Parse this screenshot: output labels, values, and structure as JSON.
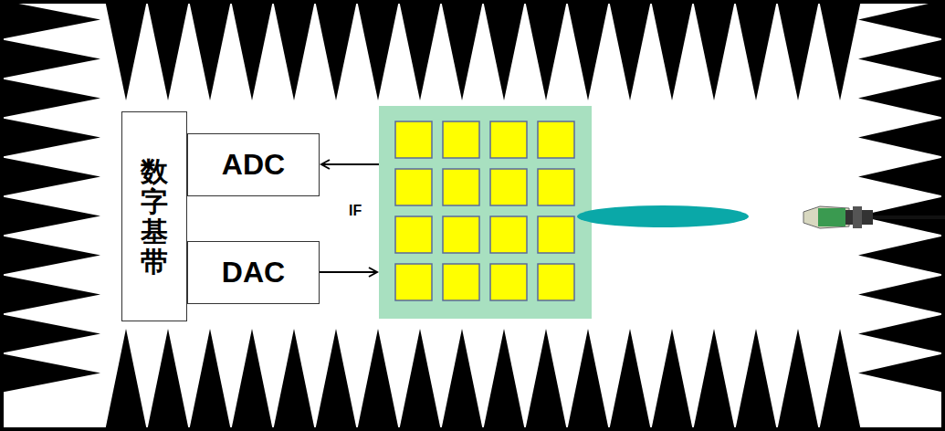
{
  "diagram": {
    "nodes": [
      {
        "text": [
          "数字基带"
        ]
      },
      {
        "text": [
          "ADC"
        ]
      },
      {
        "text": [
          "DAC"
        ]
      }
    ],
    "labels": [
      "IF"
    ]
  }
}
